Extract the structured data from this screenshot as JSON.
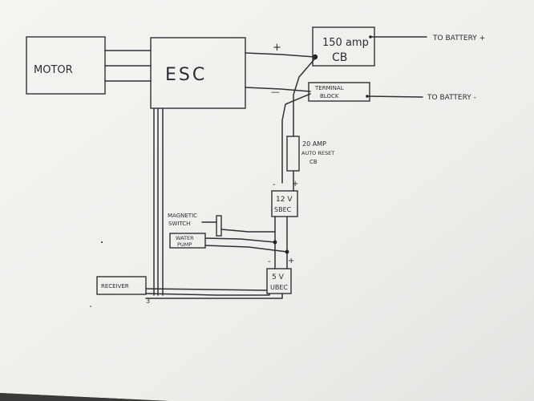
{
  "diagram": {
    "motor_label": "MOTOR",
    "esc_label": "ESC",
    "cb150_line1": "150 amp",
    "cb150_line2": "CB",
    "battery_pos_label": "TO BATTERY +",
    "battery_neg_label": "TO BATTERY -",
    "terminal_block_line1": "TERMINAL",
    "terminal_block_line2": "BLOCK",
    "plus_sign": "+",
    "minus_sign": "—",
    "cb20_line1": "20 AMP",
    "cb20_line2": "AUTO RESET",
    "cb20_line3": "CB",
    "sbec_line1": "12 V",
    "sbec_line2": "SBEC",
    "sbec_minus": "-",
    "sbec_plus": "+",
    "magnetic_switch_line1": "MAGNETIC",
    "magnetic_switch_line2": "SWITCH",
    "water_pump_line1": "WATER",
    "water_pump_line2": "PUMP",
    "ubec_line1": "5 V",
    "ubec_line2": "UBEC",
    "ubec_minus": "-",
    "ubec_plus": "+",
    "receiver_label": "RECEIVER",
    "receiver_channel": "3",
    "ink_color": "#2a2d33",
    "paper_color": "#f3f3f0"
  }
}
